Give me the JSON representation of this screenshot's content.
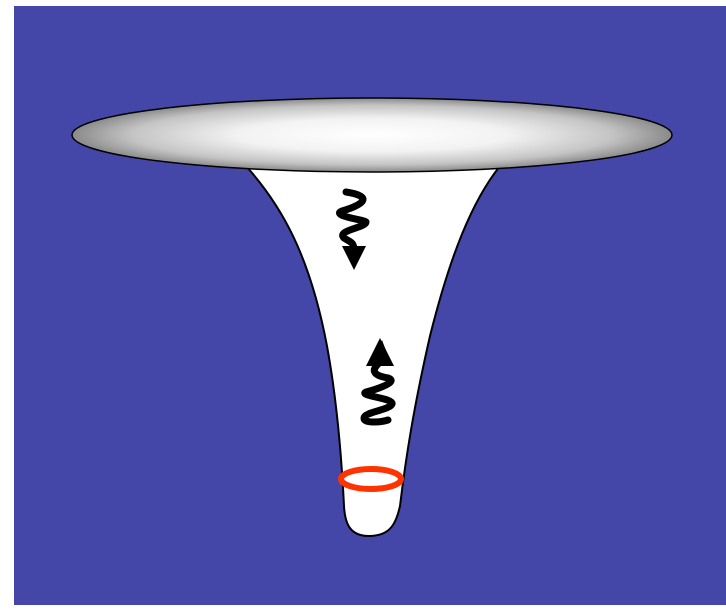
{
  "colors": {
    "background": "#4447a7",
    "page": "#ffffff",
    "funnel_fill": "#ffffff",
    "outline": "#000000",
    "disk_center": "#ffffff",
    "disk_edge": "#8a8a8a",
    "ring": "#ff3300",
    "wave": "#000000"
  },
  "diagram": {
    "elements": [
      {
        "name": "accretion-disk",
        "shape": "ellipse",
        "style": "gray radial gradient"
      },
      {
        "name": "gravity-well-funnel",
        "shape": "funnel",
        "style": "white with black outline"
      },
      {
        "name": "wave-down-arrow",
        "shape": "wavy arrow",
        "direction": "down"
      },
      {
        "name": "wave-up-arrow",
        "shape": "wavy arrow",
        "direction": "up"
      },
      {
        "name": "red-ring",
        "shape": "ellipse outline",
        "style": "red"
      }
    ]
  }
}
